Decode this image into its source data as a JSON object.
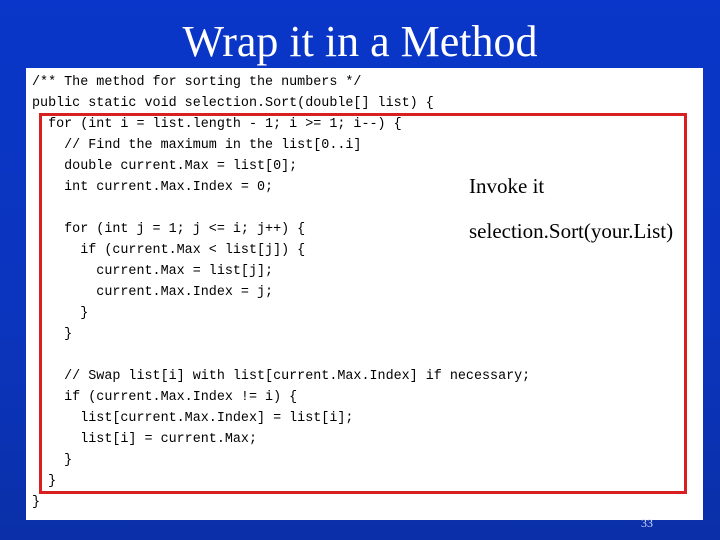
{
  "slide": {
    "title": "Wrap it in a Method",
    "code_lines": [
      "/** The method for sorting the numbers */",
      "public static void selection.Sort(double[] list) {",
      "  for (int i = list.length - 1; i >= 1; i--) {",
      "    // Find the maximum in the list[0..i]",
      "    double current.Max = list[0];",
      "    int current.Max.Index = 0;",
      "",
      "    for (int j = 1; j <= i; j++) {",
      "      if (current.Max < list[j]) {",
      "        current.Max = list[j];",
      "        current.Max.Index = j;",
      "      }",
      "    }",
      "",
      "    // Swap list[i] with list[current.Max.Index] if necessary;",
      "    if (current.Max.Index != i) {",
      "      list[current.Max.Index] = list[i];",
      "      list[i] = current.Max;",
      "    }",
      "  }",
      "}"
    ],
    "invoke_label": "Invoke it",
    "invoke_call": "selection.Sort(your.List)",
    "page_number": "33",
    "colors": {
      "background": "#0b35bd",
      "highlight_border": "#d82020",
      "panel": "#ffffff"
    }
  }
}
